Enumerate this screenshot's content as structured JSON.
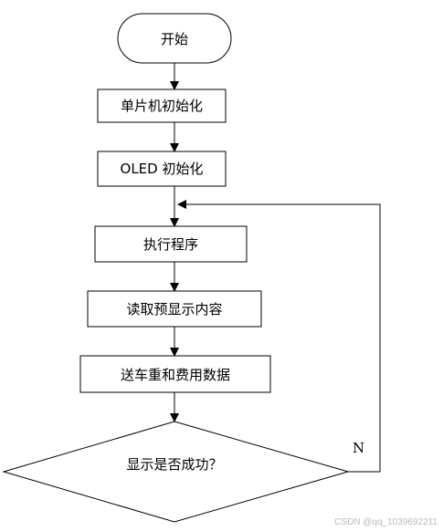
{
  "nodes": {
    "start": "开始",
    "mcu_init": "单片机初始化",
    "oled_init": "OLED 初始化",
    "run_program": "执行程序",
    "read_display": "读取预显示内容",
    "send_data": "送车重和费用数据",
    "decision": "显示是否成功？"
  },
  "edge_labels": {
    "no": "N"
  },
  "watermark": "CSDN @qq_1039692211",
  "colors": {
    "line": "#000000",
    "background": "#ffffff",
    "watermark": "#b8b8b8"
  }
}
